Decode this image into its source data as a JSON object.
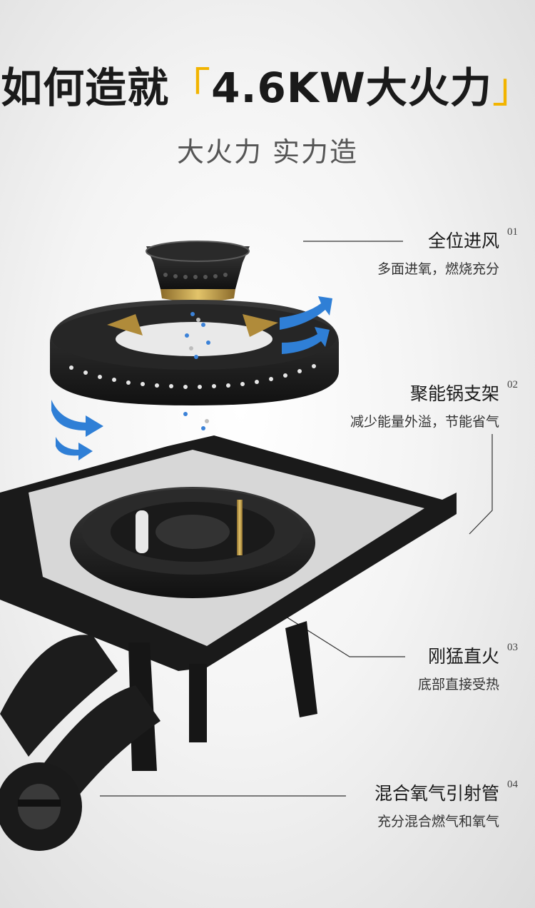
{
  "headline": {
    "prefix": "如何造就",
    "bracket_open": "「",
    "highlight": "4.6KW大火力",
    "bracket_close": "」"
  },
  "subheadline": "大火力 实力造",
  "features": [
    {
      "title": "全位进风",
      "number": "01",
      "desc": "多面进氧，燃烧充分"
    },
    {
      "title": "聚能锅支架",
      "number": "02",
      "desc": "减少能量外溢，节能省气"
    },
    {
      "title": "刚猛直火",
      "number": "03",
      "desc": "底部直接受热"
    },
    {
      "title": "混合氧气引射管",
      "number": "04",
      "desc": "充分混合燃气和氧气"
    }
  ],
  "colors": {
    "accent_bracket": "#f2b400",
    "airflow_arrow": "#2f7fd6",
    "burner_metal": "#1c1c1c",
    "brass": "#c9a548"
  },
  "icons": [
    "airflow-arrow-icon",
    "gas-particles-icon"
  ]
}
